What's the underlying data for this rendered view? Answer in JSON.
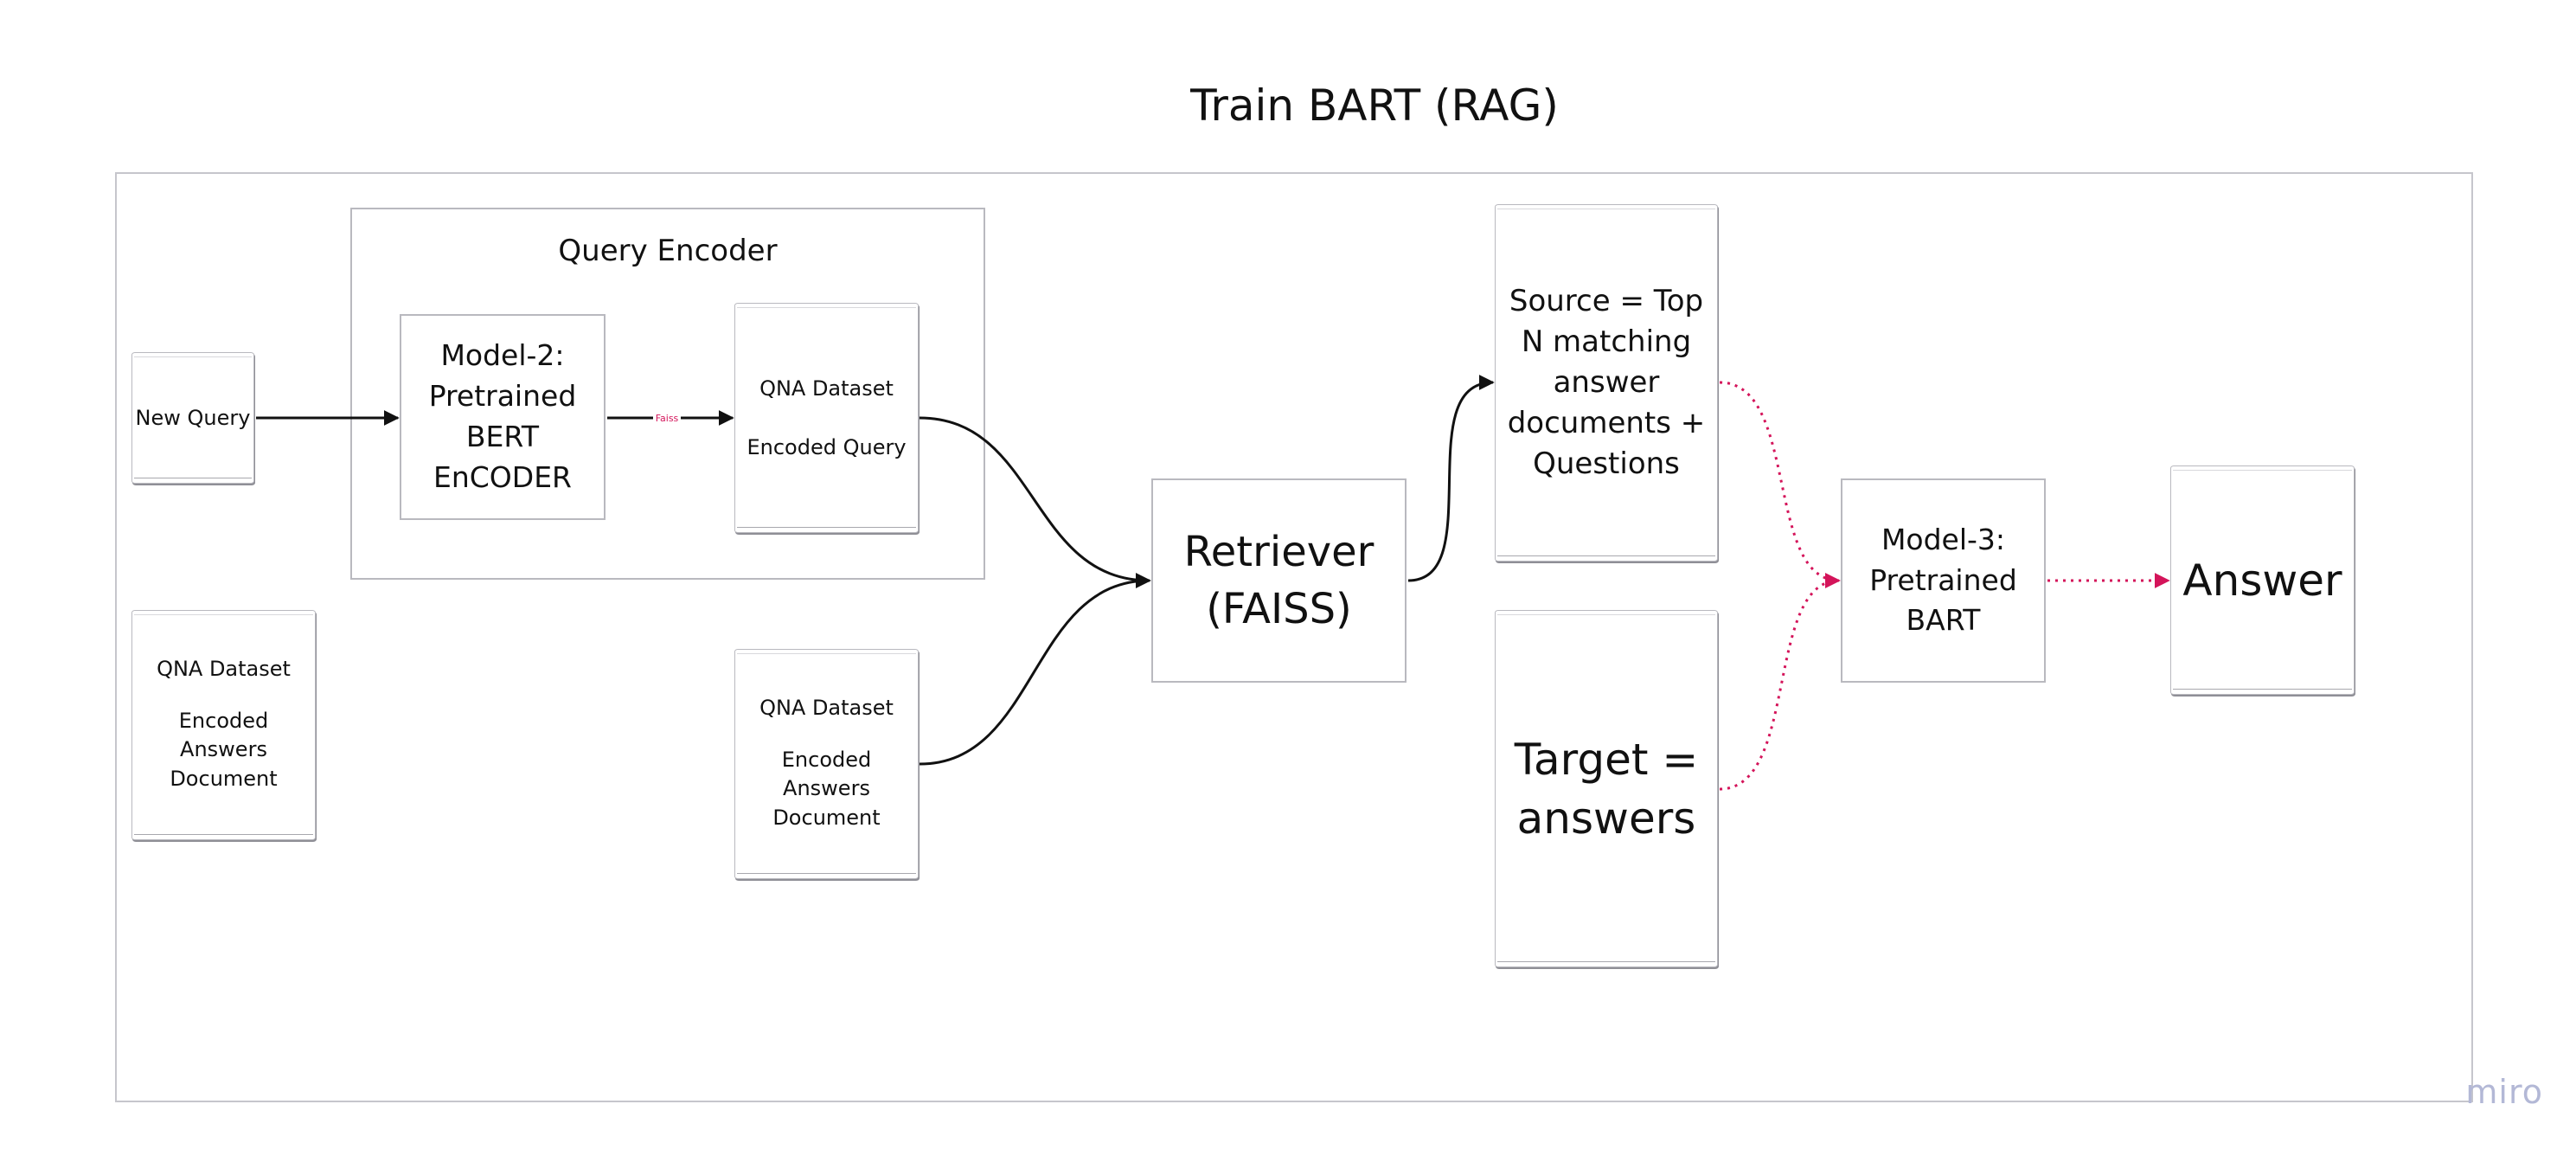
{
  "title": "Train BART (RAG)",
  "query_encoder": {
    "label": "Query Encoder",
    "model2": "Model-2:\nPretrained\nBERT\nEnCODER",
    "encoded_query": {
      "line1": "QNA Dataset",
      "line2": "Encoded Query"
    },
    "edge_label": "Faiss"
  },
  "new_query": "New Query",
  "answers_doc_left": {
    "line1": "QNA Dataset",
    "line2": "Encoded\nAnswers\nDocument"
  },
  "answers_doc_mid": {
    "line1": "QNA Dataset",
    "line2": "Encoded\nAnswers\nDocument"
  },
  "retriever": "Retriever\n(FAISS)",
  "source": "Source = Top\nN matching\nanswer\ndocuments +\nQuestions",
  "target": "Target =\nanswers",
  "model3": "Model-3:\nPretrained\nBART",
  "answer": "Answer",
  "watermark": "miro",
  "colors": {
    "solid_edge": "#111111",
    "dotted_edge": "#d4145a",
    "border": "#b9b9bf"
  }
}
